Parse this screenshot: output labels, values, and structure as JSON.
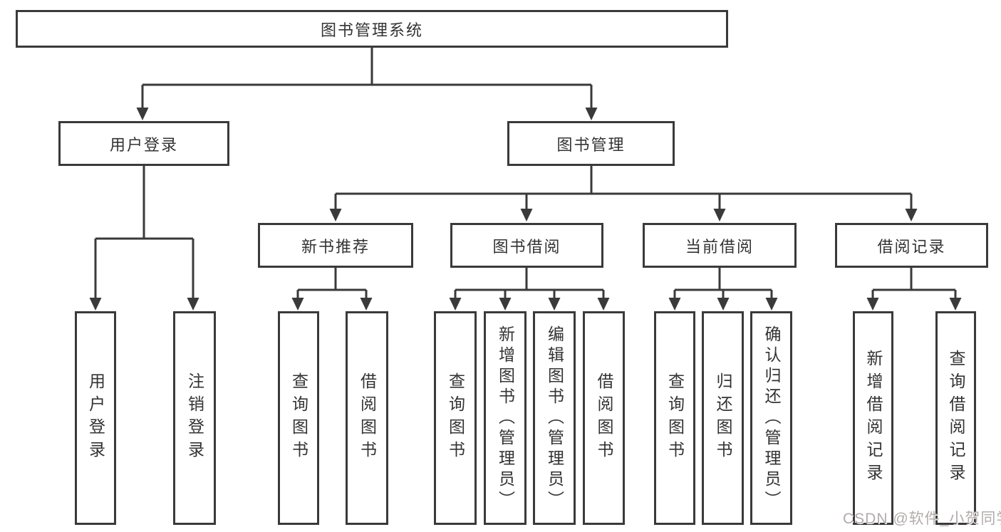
{
  "diagram": {
    "title": "图书管理系统",
    "watermark": "CSDN @软件_小贺同学",
    "colors": {
      "line": "#3a3a3a",
      "border": "#3a3a3a",
      "text": "#333333",
      "box_background": "#ffffff",
      "page_background": "#ffffff",
      "watermark": "#b2abab"
    },
    "tree": {
      "label": "图书管理系统",
      "children": [
        {
          "label": "用户登录",
          "children": [
            {
              "label": "用户登录"
            },
            {
              "label": "注销登录"
            }
          ]
        },
        {
          "label": "图书管理",
          "children": [
            {
              "label": "新书推荐",
              "children": [
                {
                  "label": "查询图书"
                },
                {
                  "label": "借阅图书"
                }
              ]
            },
            {
              "label": "图书借阅",
              "children": [
                {
                  "label": "查询图书"
                },
                {
                  "label": "新增图书（管理员）"
                },
                {
                  "label": "编辑图书（管理员）"
                },
                {
                  "label": "借阅图书"
                }
              ]
            },
            {
              "label": "当前借阅",
              "children": [
                {
                  "label": "查询图书"
                },
                {
                  "label": "归还图书"
                },
                {
                  "label": "确认归还（管理员）"
                }
              ]
            },
            {
              "label": "借阅记录",
              "children": [
                {
                  "label": "新增借阅记录"
                },
                {
                  "label": "查询借阅记录"
                }
              ]
            }
          ]
        }
      ]
    }
  }
}
